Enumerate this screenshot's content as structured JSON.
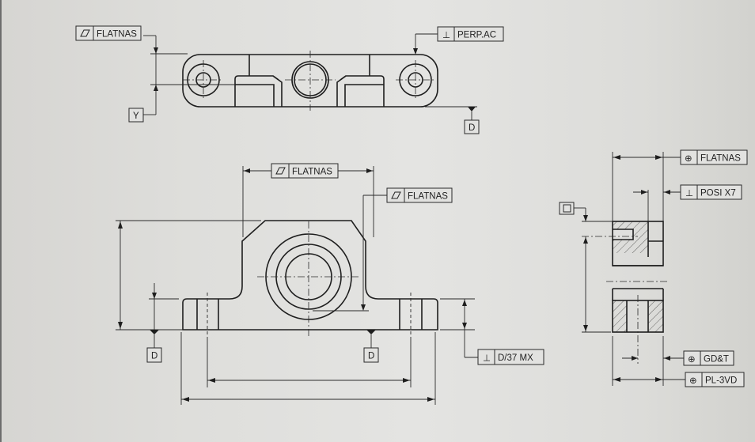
{
  "drawing": {
    "type": "engineering-drawing",
    "subject": "pillow block / bearing housing",
    "background": "#dedede",
    "line_color": "#1e1e1e"
  },
  "top_view": {
    "fcf_flatness": {
      "symbol": "parallelogram",
      "text": "FLATNAS"
    },
    "fcf_perpendicular": {
      "symbol": "⊥",
      "text": "PERP.AC"
    },
    "datum_y": "Y",
    "datum_d": "D"
  },
  "front_view": {
    "fcf_flatness_top": {
      "symbol": "parallelogram",
      "text": "FLATNAS"
    },
    "fcf_flatness_right": {
      "symbol": "parallelogram",
      "text": "FLATNAS"
    },
    "fcf_perpendicular": {
      "symbol": "⊥",
      "text": "D/37 MX"
    },
    "datum_left": "D",
    "datum_center": "D"
  },
  "side_view": {
    "fcf_position_top": {
      "symbol": "⊕",
      "text": "FLATNAS"
    },
    "fcf_perpendicular": {
      "symbol": "⊥",
      "text": "POSI X7"
    },
    "fcf_small": {
      "symbol": "flatness-box",
      "text": ""
    },
    "fcf_position_gdt": {
      "symbol": "⊕",
      "text": "GD&T"
    },
    "fcf_position_bottom": {
      "symbol": "⊕",
      "text": "PL-3VD"
    }
  }
}
